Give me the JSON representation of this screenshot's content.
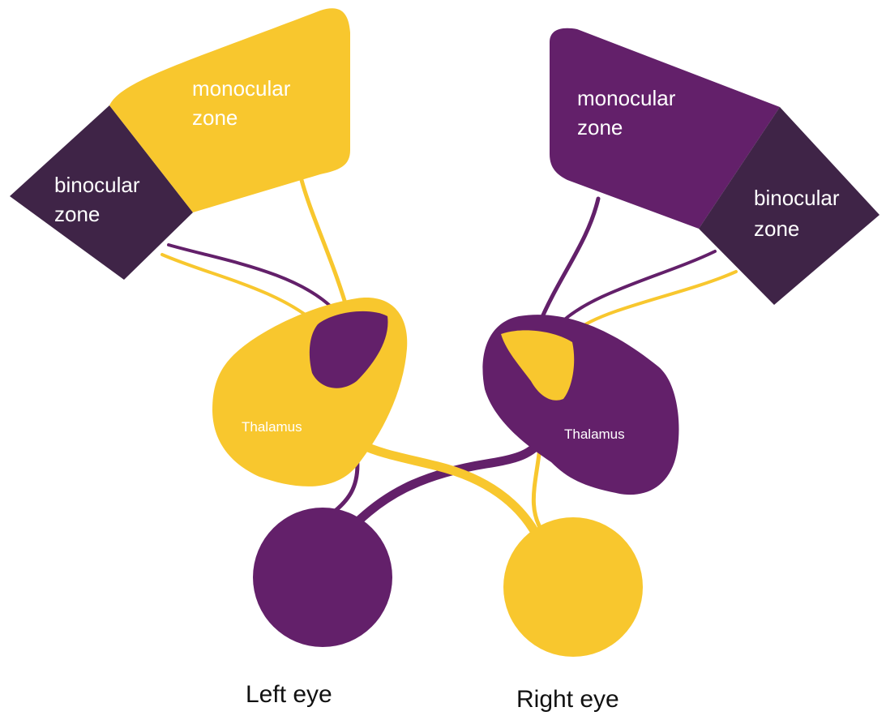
{
  "colors": {
    "yellow": "#f8c72e",
    "purple": "#63206a",
    "dark_purple": "#3f2447",
    "label_text": "#ffffff",
    "eye_label_text": "#111111",
    "background": "#ffffff"
  },
  "left": {
    "monocular_zone": {
      "line1": "monocular",
      "line2": "zone",
      "color": "yellow"
    },
    "binocular_zone": {
      "line1": "binocular",
      "line2": "zone",
      "color": "dark_purple"
    },
    "thalamus": {
      "label": "Thalamus",
      "color": "yellow"
    },
    "eye": {
      "label": "Left eye",
      "color": "purple"
    }
  },
  "right": {
    "monocular_zone": {
      "line1": "monocular",
      "line2": "zone",
      "color": "purple"
    },
    "binocular_zone": {
      "line1": "binocular",
      "line2": "zone",
      "color": "dark_purple"
    },
    "thalamus": {
      "label": "Thalamus",
      "color": "purple"
    },
    "eye": {
      "label": "Right eye",
      "color": "yellow"
    }
  }
}
